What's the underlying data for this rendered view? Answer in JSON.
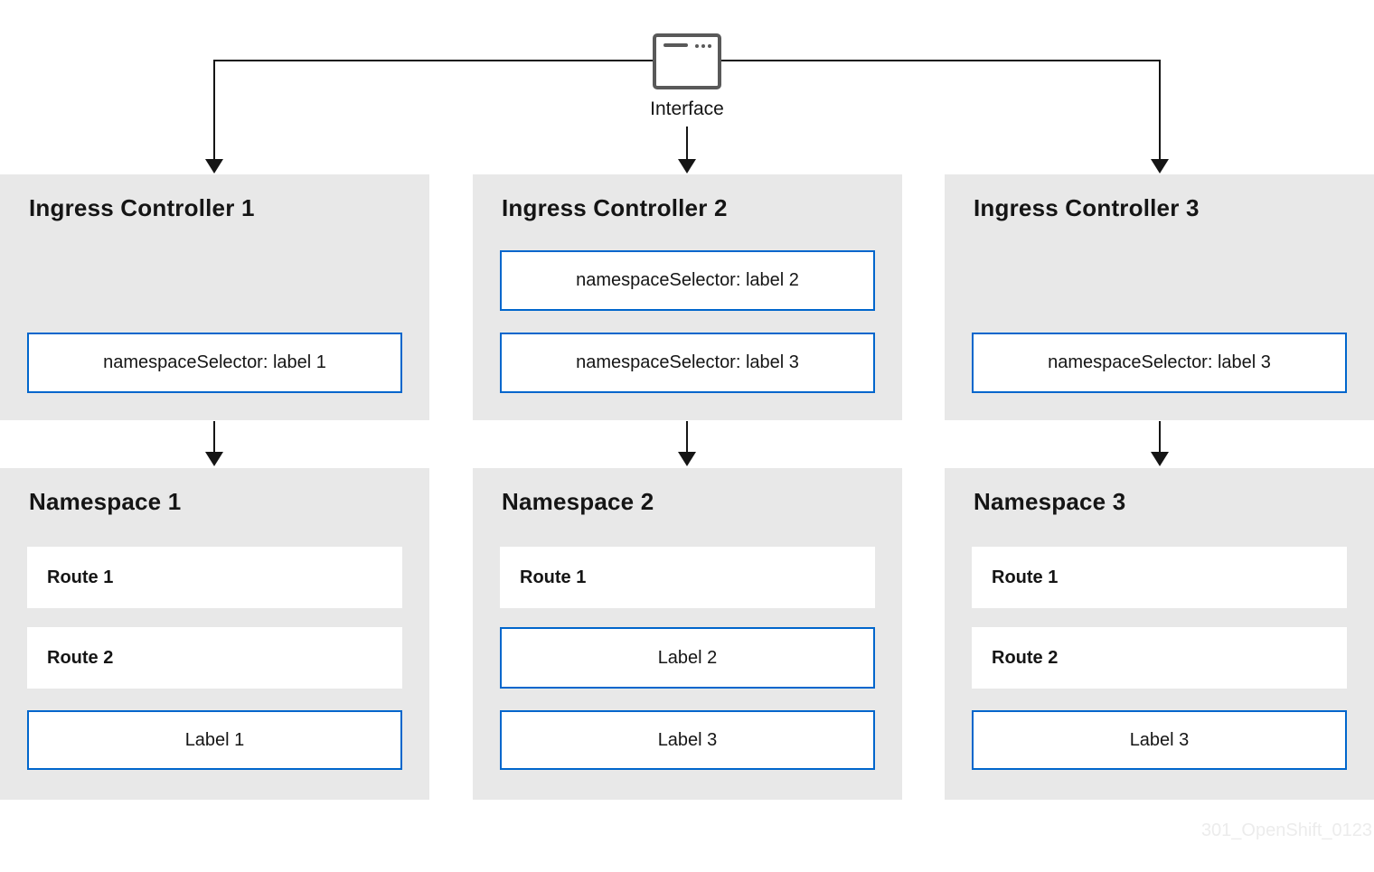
{
  "colors": {
    "accent": "#0066cc",
    "box-bg": "#e8e8e8",
    "line": "#151515",
    "icon": "#595959",
    "text": "#151515",
    "watermark": "#ececec"
  },
  "interface": {
    "label": "Interface"
  },
  "controllers": [
    {
      "title": "Ingress Controller 1",
      "selectors": [
        "namespaceSelector: label 1"
      ]
    },
    {
      "title": "Ingress Controller 2",
      "selectors": [
        "namespaceSelector: label 2",
        "namespaceSelector: label 3"
      ]
    },
    {
      "title": "Ingress Controller 3",
      "selectors": [
        "namespaceSelector: label 3"
      ]
    }
  ],
  "namespaces": [
    {
      "title": "Namespace 1",
      "items": [
        {
          "text": "Route 1",
          "type": "route"
        },
        {
          "text": "Route 2",
          "type": "route"
        },
        {
          "text": "Label 1",
          "type": "label"
        }
      ]
    },
    {
      "title": "Namespace 2",
      "items": [
        {
          "text": "Route 1",
          "type": "route"
        },
        {
          "text": "Label 2",
          "type": "label"
        },
        {
          "text": "Label 3",
          "type": "label"
        }
      ]
    },
    {
      "title": "Namespace 3",
      "items": [
        {
          "text": "Route 1",
          "type": "route"
        },
        {
          "text": "Route 2",
          "type": "route"
        },
        {
          "text": "Label 3",
          "type": "label"
        }
      ]
    }
  ],
  "watermark": "301_OpenShift_0123"
}
